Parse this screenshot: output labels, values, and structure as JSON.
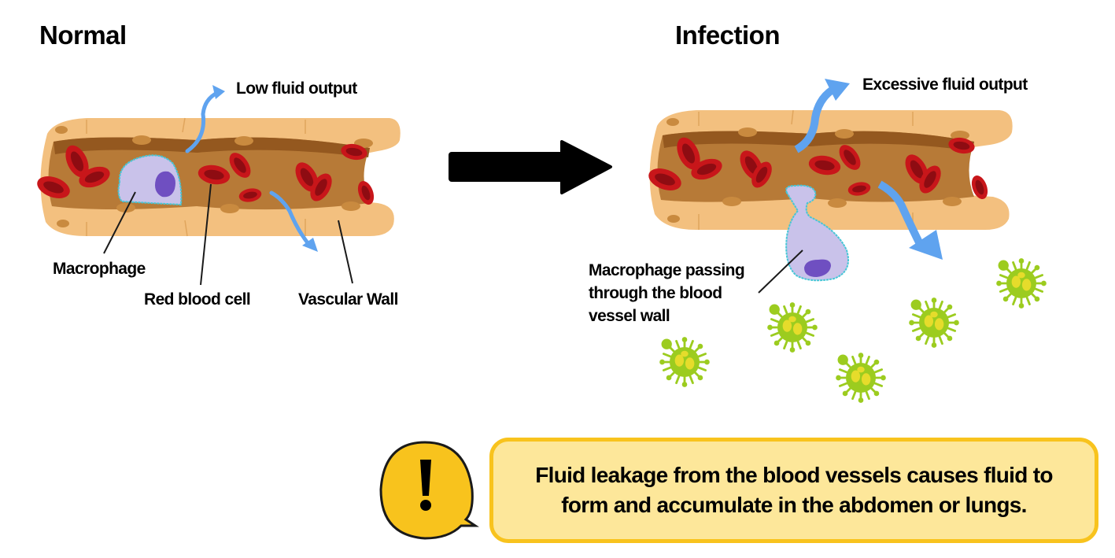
{
  "panels": {
    "normal": {
      "title": "Normal",
      "fluid_label": "Low fluid output",
      "labels": {
        "macrophage": "Macrophage",
        "red_blood_cell": "Red blood cell",
        "vascular_wall": "Vascular Wall"
      }
    },
    "infection": {
      "title": "Infection",
      "fluid_label": "Excessive fluid output",
      "macrophage_label_lines": [
        "Macrophage passing",
        "through the blood",
        "vessel wall"
      ]
    }
  },
  "transition_arrow": "right-arrow-icon",
  "warning": {
    "icon": "exclamation-speech-bubble-icon",
    "text_lines": [
      "Fluid leakage from the blood vessels causes fluid to",
      "form and accumulate in the abdomen or lungs."
    ]
  },
  "colors": {
    "vessel_wall": "#f3c07f",
    "vessel_lumen": "#b77a37",
    "red_blood_cell": "#c8161a",
    "macrophage": "#c9c2ea",
    "macrophage_nucleus": "#6f4fc1",
    "fluid_arrow": "#5fa3ef",
    "virus": "#9ccc1f",
    "callout_fill": "#fde79a",
    "callout_border": "#f8c31d"
  }
}
